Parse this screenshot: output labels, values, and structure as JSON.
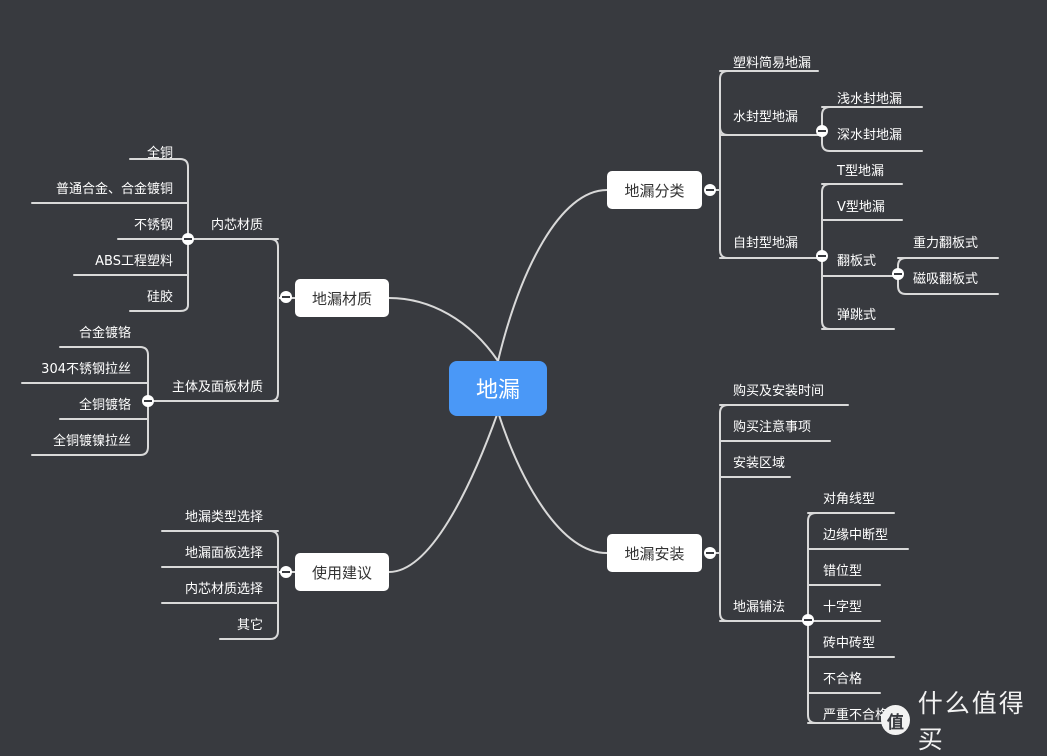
{
  "root": {
    "label": "地漏"
  },
  "branches": {
    "classification": {
      "label": "地漏分类",
      "children": {
        "plastic": "塑料简易地漏",
        "water_seal": {
          "label": "水封型地漏",
          "children": {
            "shallow": "浅水封地漏",
            "deep": "深水封地漏"
          }
        },
        "self_seal": {
          "label": "自封型地漏",
          "children": {
            "t_type": "T型地漏",
            "v_type": "V型地漏",
            "flip": {
              "label": "翻板式",
              "children": {
                "gravity": "重力翻板式",
                "magnetic": "磁吸翻板式"
              }
            },
            "pop": "弹跳式"
          }
        }
      }
    },
    "material": {
      "label": "地漏材质",
      "children": {
        "core": {
          "label": "内芯材质",
          "children": {
            "copper": "全铜",
            "alloy": "普通合金、合金镀铜",
            "stainless": "不锈钢",
            "abs": "ABS工程塑料",
            "silicone": "硅胶"
          }
        },
        "body": {
          "label": "主体及面板材质",
          "children": {
            "alloy_chrome": "合金镀铬",
            "ss_brushed": "304不锈钢拉丝",
            "copper_chrome": "全铜镀铬",
            "copper_nickel": "全铜镀镍拉丝"
          }
        }
      }
    },
    "install": {
      "label": "地漏安装",
      "children": {
        "timing": "购买及安装时间",
        "notes": "购买注意事项",
        "area": "安装区域",
        "paving": {
          "label": "地漏铺法",
          "children": {
            "diagonal": "对角线型",
            "edge": "边缘中断型",
            "offset": "错位型",
            "cross": "十字型",
            "brick": "砖中砖型",
            "fail": "不合格",
            "severe_fail": "严重不合格"
          }
        }
      }
    },
    "advice": {
      "label": "使用建议",
      "children": {
        "type": "地漏类型选择",
        "panel": "地漏面板选择",
        "core": "内芯材质选择",
        "other": "其它"
      }
    }
  },
  "watermark": {
    "icon_text": "值",
    "text": "什么值得买"
  },
  "colors": {
    "background": "#383a3f",
    "root_fill": "#4a98f7",
    "node_fill": "#ffffff",
    "line": "#d9d9d9"
  }
}
